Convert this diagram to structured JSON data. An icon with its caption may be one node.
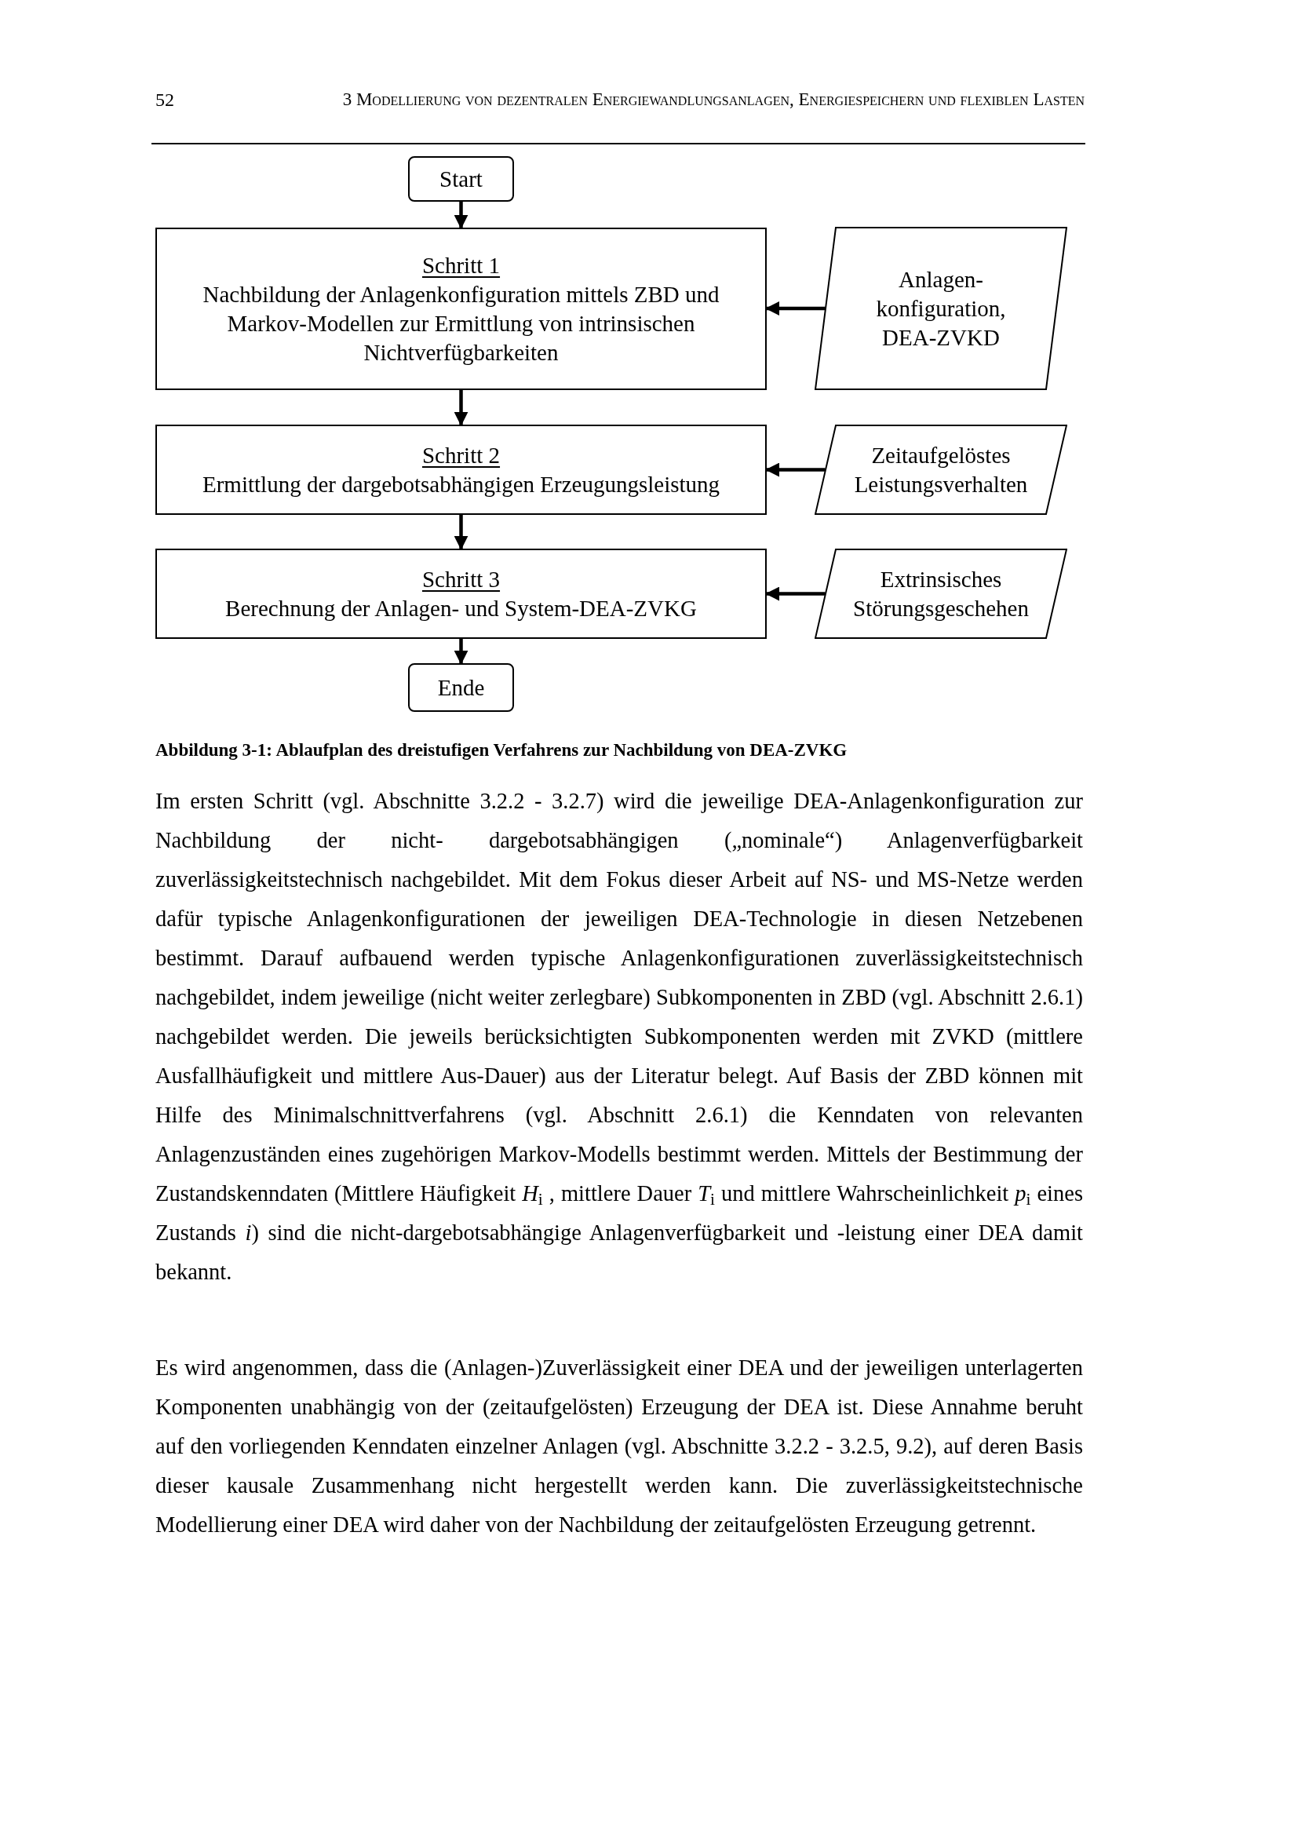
{
  "diagram": {
    "caption": "Abbildung 3-1: Ablaufplan des dreistufigen Verfahrens zur Nachbildung von DEA-ZVKG",
    "nodes": [
      {
        "text": [
          "Start"
        ]
      },
      {
        "text": [
          "Schritt 1",
          "Nachbildung der Anlagenkonfiguration mittels ZBD und Markov-Modellen zur Ermittlung von intrinsischen Nichtverfügbarkeiten"
        ]
      },
      {
        "text": [
          "Anlagen- konfiguration, DEA-ZVKD"
        ]
      },
      {
        "text": [
          "Schritt 2",
          "Ermittlung der dargebotsabhängigen Erzeugungsleistung"
        ]
      },
      {
        "text": [
          "Zeitaufgelöstes Leistungsverhalten"
        ]
      },
      {
        "text": [
          "Schritt 3",
          "Berechnung der Anlagen- und System-DEA-ZVKG"
        ]
      },
      {
        "text": [
          "Extrinsisches Störungsgeschehen"
        ]
      },
      {
        "text": [
          "Ende"
        ]
      }
    ],
    "edges": [
      {
        "from": 0,
        "to": 1,
        "arrow": "to"
      },
      {
        "from": 1,
        "to": 3,
        "arrow": "to"
      },
      {
        "from": 3,
        "to": 5,
        "arrow": "to"
      },
      {
        "from": 5,
        "to": 7,
        "arrow": "to"
      },
      {
        "from": 2,
        "to": 1,
        "arrow": "to"
      },
      {
        "from": 4,
        "to": 3,
        "arrow": "to"
      },
      {
        "from": 6,
        "to": 5,
        "arrow": "to"
      }
    ],
    "labels": [
      "52",
      "3 Modellierung von dezentralen Energiewandlungsanlagen, Energiespeichern und flexiblen Lasten",
      "Im ersten Schritt (vgl. Abschnitte 3.2.2 - 3.2.7) wird die jeweilige DEA-Anlagenkonfiguration zur Nachbildung der nicht- dargebotsabhängigen („nominale“) Anlagenverfügbarkeit zuverlässigkeitstechnisch nachgebildet. Mit dem Fokus dieser Arbeit auf NS- und MS-Netze werden dafür typische Anlagenkonfigurationen der jeweiligen DEA-Technologie in diesen Netzebenen bestimmt. Darauf aufbauend werden typische Anlagenkonfigurationen zuverlässigkeitstechnisch nachgebildet, indem jeweilige (nicht weiter zerlegbare) Subkomponenten in ZBD (vgl. Abschnitt 2.6.1) nachgebildet werden. Die jeweils berücksichtigten Subkomponenten werden mit ZVKD (mittlere Ausfallhäufigkeit und mittlere Aus-Dauer) aus der Literatur belegt. Auf Basis der ZBD können mit Hilfe des Minimalschnittverfahrens (vgl. Abschnitt 2.6.1) die Kenndaten von relevanten Anlagenzuständen eines zugehörigen Markov-Modells bestimmt werden. Mittels der Bestimmung der Zustandskenndaten (Mittlere Häufigkeit *H*$_{i}$ , mittlere Dauer *T*$_{i}$ und mittlere Wahrscheinlichkeit *p*$_{i}$ eines Zustands *i*) sind die nicht-dargebotsabhängige Anlagenverfügbarkeit und -leistung einer DEA damit bekannt.",
      "Es wird angenommen, dass die (Anlagen-)Zuverlässigkeit einer DEA und der jeweiligen unterlagerten Komponenten unabhängig von der (zeitaufgelösten) Erzeugung der DEA ist. Diese Annahme beruht auf den vorliegenden Kenndaten einzelner Anlagen (vgl. Abschnitte 3.2.2 - 3.2.5, 9.2), auf deren Basis dieser kausale Zusammenhang nicht hergestellt werden kann. Die zuverlässigkeitstechnische Modellierung einer DEA wird daher von der Nachbildung der zeitaufgelösten Erzeugung getrennt."
    ]
  }
}
